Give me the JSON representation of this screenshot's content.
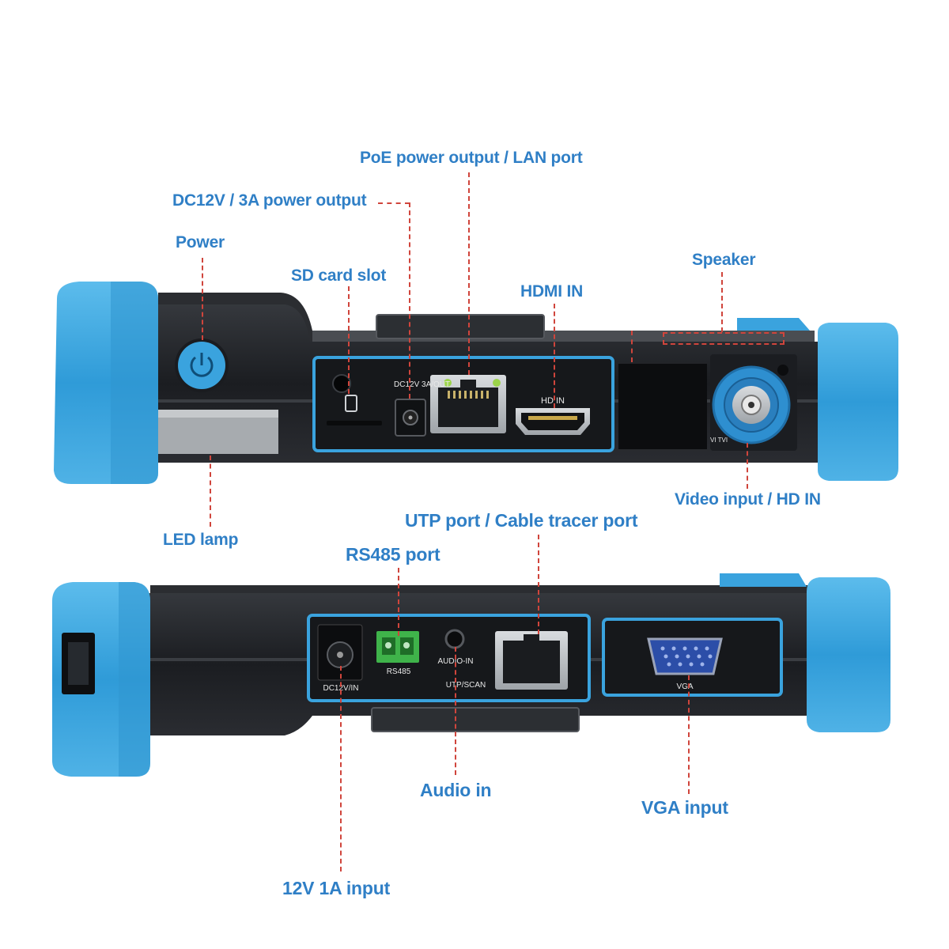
{
  "callouts": {
    "poe_lan": "PoE power output / LAN port",
    "dc_out": "DC12V / 3A power output",
    "power": "Power",
    "sd_slot": "SD card slot",
    "hdmi_in": "HDMI IN",
    "speaker": "Speaker",
    "video_in": "Video input / HD IN",
    "led_lamp": "LED lamp",
    "utp_port": "UTP port / Cable tracer port",
    "rs485_port": "RS485 port",
    "audio_in": "Audio in",
    "vga_input": "VGA input",
    "input_12v": "12V 1A input"
  },
  "device_markings": {
    "dc_out": "DC12V 3A/OUT",
    "hd_in": "HD IN",
    "bnc": "VI TVI",
    "dc_in": "DC12V/IN",
    "rs485": "RS485",
    "audio": "AUDIO-IN",
    "utp": "UTP/SCAN",
    "vga": "VGA"
  },
  "colors": {
    "label_blue": "#2f7fc6",
    "leader_red": "#d0453c",
    "bumper_blue": "#3aa3de",
    "body_black": "#1c1e22"
  }
}
